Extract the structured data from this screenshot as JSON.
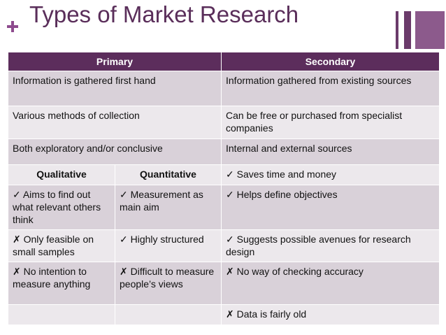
{
  "title": "Types of Market Research",
  "table": {
    "header": {
      "primary": "Primary",
      "secondary": "Secondary"
    },
    "rows_full": [
      {
        "primary": "Information is gathered first hand",
        "secondary": "Information gathered from existing sources"
      },
      {
        "primary": "Various methods of collection",
        "secondary": "Can be free or purchased from specialist companies"
      },
      {
        "primary": "Both exploratory and/or conclusive",
        "secondary": "Internal and external sources"
      }
    ],
    "subheader": {
      "qualitative": "Qualitative",
      "quantitative": "Quantitative",
      "secondary": "✓ Saves time and money"
    },
    "rows_split": [
      {
        "qualitative": "✓ Aims to find out what relevant others think",
        "quantitative": "✓ Measurement as main aim",
        "secondary": "✓ Helps define objectives"
      },
      {
        "qualitative": "✗ Only feasible on small samples",
        "quantitative": "✓ Highly structured",
        "secondary": "✓ Suggests possible avenues for research design"
      },
      {
        "qualitative": "✗ No intention to measure anything",
        "quantitative": "✗ Difficult to measure people’s views",
        "secondary": "✗ No way of checking accuracy"
      },
      {
        "qualitative": "",
        "quantitative": "",
        "secondary": "✗ Data is fairly old"
      }
    ]
  }
}
